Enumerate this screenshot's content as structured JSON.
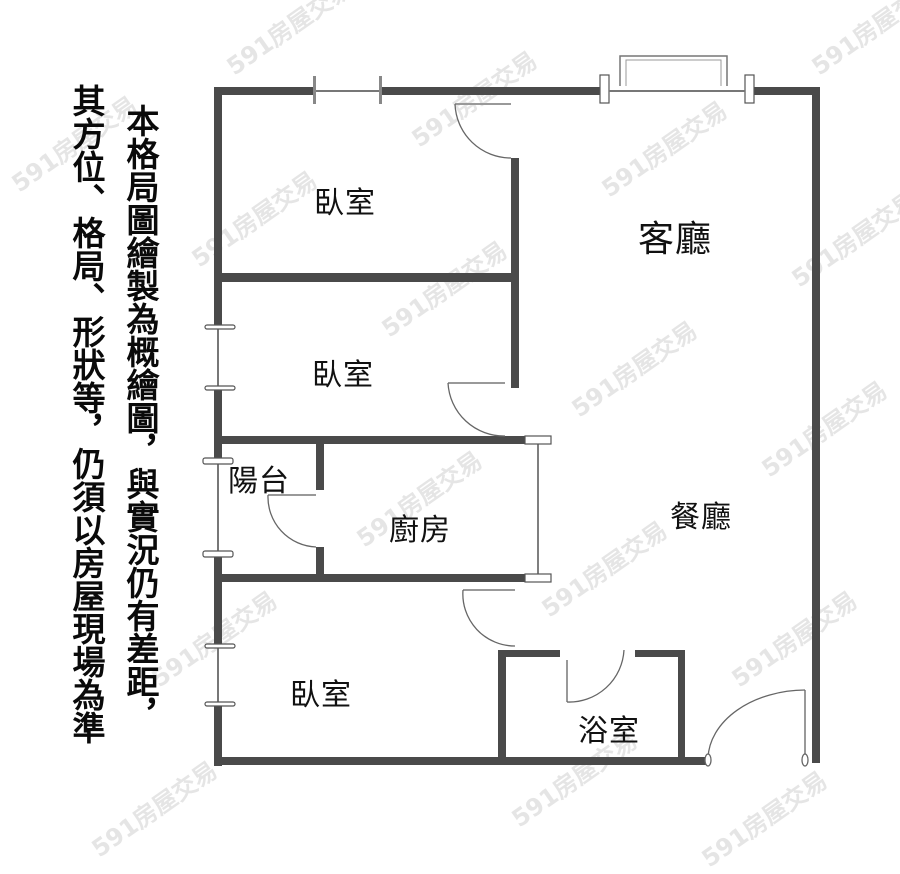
{
  "disclaimer": {
    "column_right": "本格局圖繪製為概繪圖，與實況仍有差距，",
    "column_left": "其方位、格局、形狀等，仍須以房屋現場為準"
  },
  "rooms": {
    "bedroom_top": "臥室",
    "bedroom_middle": "臥室",
    "bedroom_bottom": "臥室",
    "living_room": "客廳",
    "dining_room": "餐廳",
    "balcony": "陽台",
    "kitchen": "廚房",
    "bathroom": "浴室"
  },
  "watermark": {
    "text": "591房屋交易"
  },
  "colors": {
    "wall": "#4a4a4a",
    "text": "#111111",
    "background": "#ffffff"
  }
}
